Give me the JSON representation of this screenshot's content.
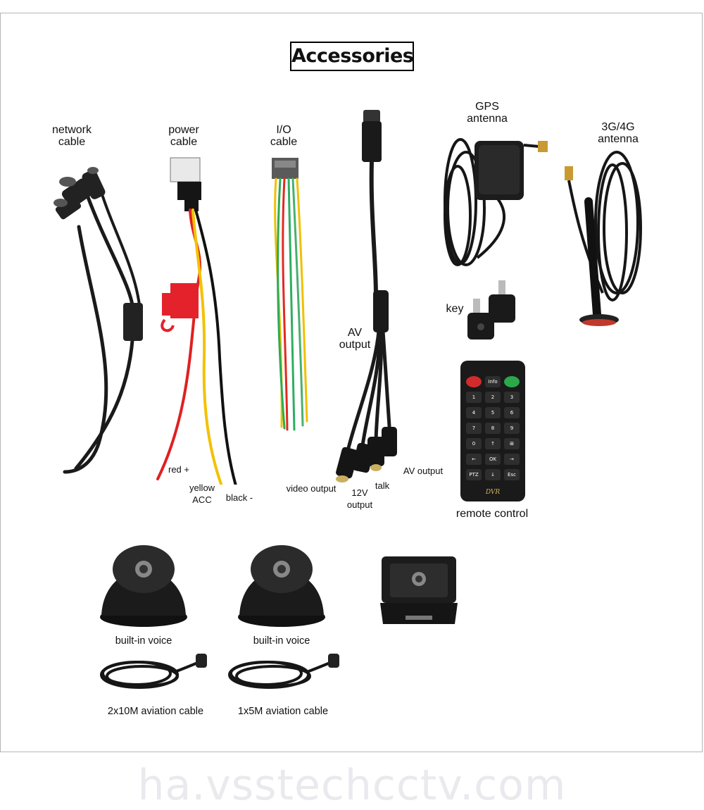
{
  "title": "Accessories",
  "labels": {
    "network_cable": [
      "network",
      "cable"
    ],
    "power_cable": [
      "power",
      "cable"
    ],
    "io_cable": [
      "I/O",
      "cable"
    ],
    "gps_antenna": [
      "GPS",
      "antenna"
    ],
    "g4_antenna": [
      "3G/4G",
      "antenna"
    ],
    "key": "key",
    "av_output": [
      "AV",
      "output"
    ],
    "remote_control": "remote control",
    "red": "red +",
    "yellow": [
      "yellow",
      "ACC"
    ],
    "black": "black -",
    "video_output": "video output",
    "v12_output": [
      "12V",
      "output"
    ],
    "talk": "talk",
    "av_output_small": "AV output",
    "built_in_voice_1": "built-in voice",
    "built_in_voice_2": "built-in voice",
    "cable_2x10": "2x10M aviation cable",
    "cable_1x5": "1x5M aviation cable"
  },
  "remote": {
    "keys": [
      "",
      "Info",
      "",
      "1",
      "2",
      "3",
      "4",
      "5",
      "6",
      "7",
      "8",
      "9",
      "0",
      "↑",
      "⊞",
      "←",
      "OK",
      "→",
      "PTZ",
      "↓",
      "Esc"
    ],
    "brand": "DVR"
  },
  "watermark": "ha.vsstechcctv.com"
}
